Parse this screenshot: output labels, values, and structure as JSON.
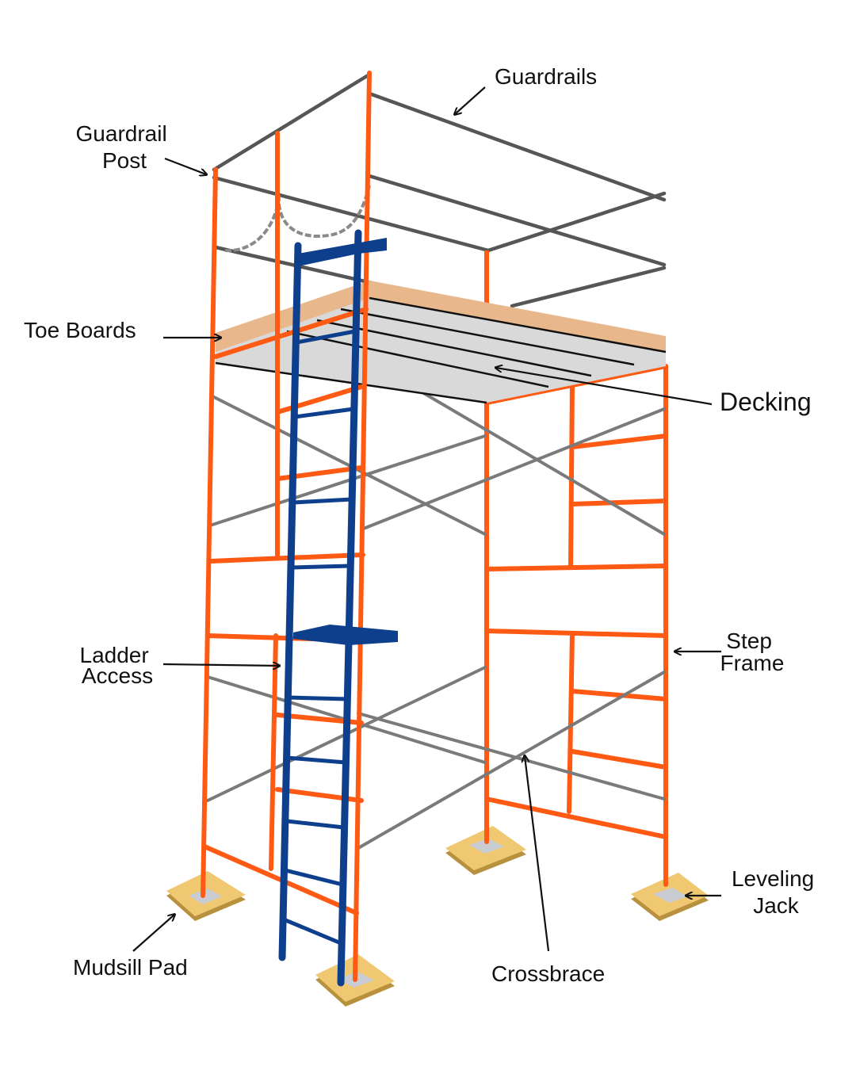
{
  "labels": {
    "guardrails": "Guardrails",
    "guardrail_post_line1": "Guardrail",
    "guardrail_post_line2": "Post",
    "toe_boards": "Toe Boards",
    "decking": "Decking",
    "ladder_access_line1": "Ladder",
    "ladder_access_line2": "Access",
    "step_frame_line1": "Step",
    "step_frame_line2": "Frame",
    "leveling_jack_line1": "Leveling",
    "leveling_jack_line2": "Jack",
    "mudsill_pad": "Mudsill Pad",
    "crossbrace": "Crossbrace"
  },
  "colors": {
    "frame": "#FF5A14",
    "ladder": "#0E3F8C",
    "guardrail": "#565656",
    "crossbrace": "#7A7A7A",
    "decking": "#D9D9D9",
    "toe_board": "#E8B88C",
    "pad": "#F0C872",
    "pad_edge": "#B8913F",
    "jack_plate": "#C9CDD3",
    "chain": "#8A8A8A"
  }
}
